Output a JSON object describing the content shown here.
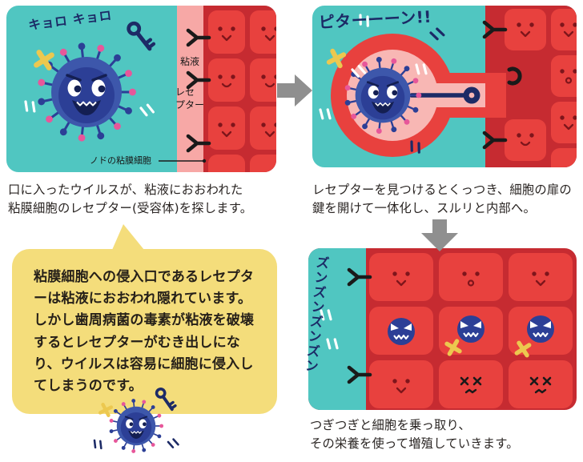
{
  "colors": {
    "background": "#ffffff",
    "teal": "#50c6c1",
    "cell_red": "#e8413e",
    "cell_gap_red": "#c62b31",
    "mucus_pink": "#f7a8a6",
    "pocket_pink": "#f8b7b4",
    "virus_blue": "#3d57ab",
    "virus_navy": "#2c3f96",
    "spike_pink": "#e7579a",
    "key_yellow": "#ecc84f",
    "receptor_black": "#1a1a1a",
    "bubble_yellow": "#f4dd7b",
    "arrow_gray": "#8f8f8f",
    "sfx_navy": "#1c2a66",
    "caption_text": "#2a2523"
  },
  "panel_search": {
    "sfx": "キョロ キョロ",
    "mucus_label": "粘液",
    "receptor_label": "レセ\nプター",
    "cell_pointer_label": "ノドの粘膜細胞",
    "caption": "口に入ったウイルスが、粘液におおわれた\n粘膜細胞のレセプター(受容体)を探します。"
  },
  "panel_attach": {
    "sfx": "ピターーーン!!",
    "caption": "レセプターを見つけるとくっつき、細胞の扉の\n鍵を開けて一体化し、スルリと内部へ。"
  },
  "panel_multiply": {
    "sfx": "ズンズンズンズン",
    "caption": "つぎつぎと細胞を乗っ取り、\nその栄養を使って増殖していきます。"
  },
  "note_bubble": {
    "text": "粘膜細胞への侵入口であるレセプターは粘液におおわれ隠れています。しかし歯周病菌の毒素が粘液を破壊するとレセプターがむき出しになり、ウイルスは容易に細胞に侵入してしまうのです。"
  }
}
